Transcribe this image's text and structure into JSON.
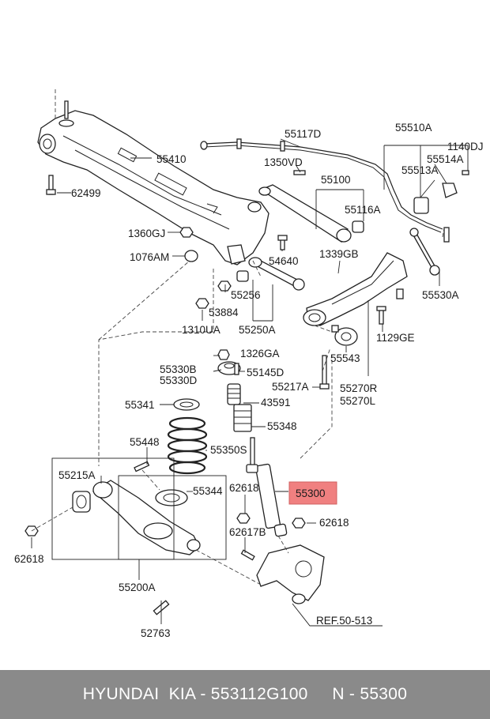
{
  "diagram": {
    "labels": {
      "p55117D": "55117D",
      "p55510A": "55510A",
      "p1140DJ": "1140DJ",
      "p55410": "55410",
      "p1350VD": "1350VD",
      "p55514A": "55514A",
      "p55513A": "55513A",
      "p55100": "55100",
      "p62499": "62499",
      "p55116A": "55116A",
      "p1360GJ": "1360GJ",
      "p54640": "54640",
      "p1076AM": "1076AM",
      "p1339GB": "1339GB",
      "p55530A": "55530A",
      "p55256": "55256",
      "p53884": "53884",
      "p1310UA": "1310UA",
      "p55250A": "55250A",
      "p1129GE": "1129GE",
      "p1326GA": "1326GA",
      "p55330B": "55330B",
      "p55330D": "55330D",
      "p55145D": "55145D",
      "p55543": "55543",
      "p55217A": "55217A",
      "p55270R": "55270R",
      "p55270L": "55270L",
      "p55341": "55341",
      "p43591": "43591",
      "p55348": "55348",
      "p55448": "55448",
      "p55350S": "55350S",
      "p55215A": "55215A",
      "p62618a": "62618",
      "p55344": "55344",
      "p55300": "55300",
      "p62618b": "62618",
      "p62617B": "62617B",
      "p62618c": "62618",
      "p55200A": "55200A",
      "p52763": "52763",
      "ref": "REF.50-513"
    },
    "highlight_color": "#f08080"
  },
  "footer": {
    "text": "HYUNDAI  KIA - 553112G100     N - 55300"
  }
}
